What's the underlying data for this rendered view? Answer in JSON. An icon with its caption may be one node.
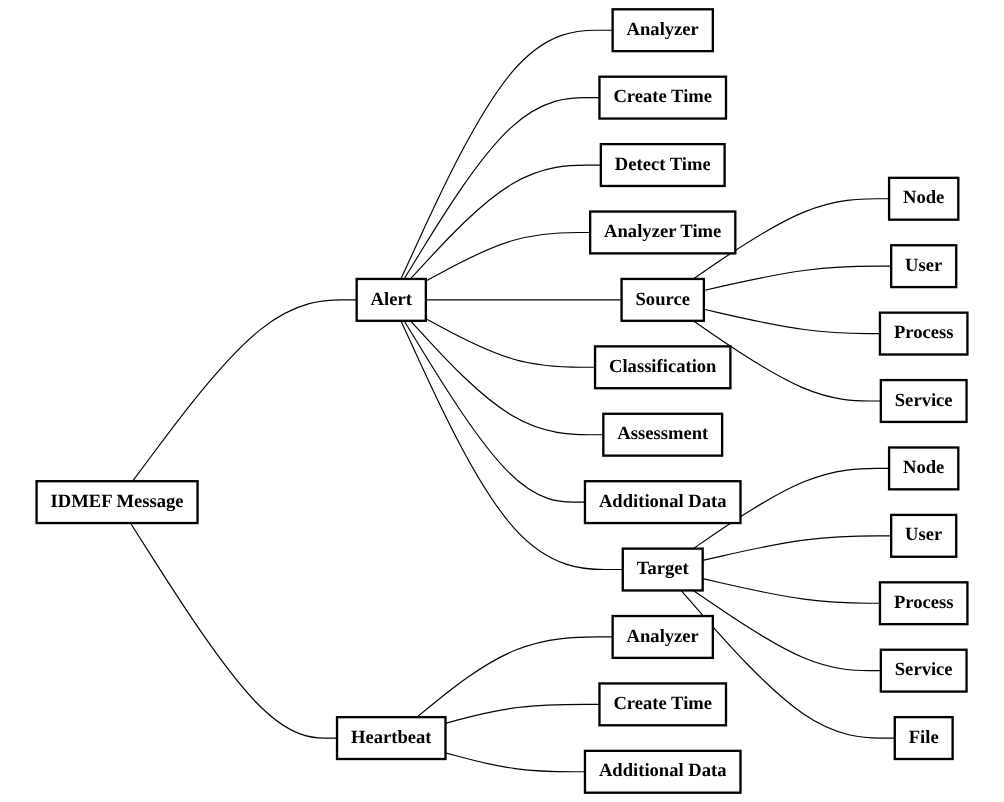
{
  "diagram": {
    "nodes": [
      {
        "text": [
          "IDMEF Message"
        ]
      },
      {
        "text": [
          "Alert"
        ]
      },
      {
        "text": [
          "Heartbeat"
        ]
      },
      {
        "text": [
          "Analyzer"
        ]
      },
      {
        "text": [
          "Create Time"
        ]
      },
      {
        "text": [
          "Detect Time"
        ]
      },
      {
        "text": [
          "Analyzer Time"
        ]
      },
      {
        "text": [
          "Source"
        ]
      },
      {
        "text": [
          "Target"
        ]
      },
      {
        "text": [
          "Node"
        ]
      },
      {
        "text": [
          "User"
        ]
      },
      {
        "text": [
          "Process"
        ]
      },
      {
        "text": [
          "Service"
        ]
      },
      {
        "text": [
          "File"
        ]
      },
      {
        "text": [
          "Classification"
        ]
      },
      {
        "text": [
          "Assessment"
        ]
      },
      {
        "text": [
          "Additional Data"
        ]
      },
      {
        "text": [
          "Analyzer"
        ]
      },
      {
        "text": [
          "Create Time"
        ]
      },
      {
        "text": [
          "Additional Data"
        ]
      },
      {
        "text": [
          "Node"
        ]
      },
      {
        "text": [
          "User"
        ]
      },
      {
        "text": [
          "Process"
        ]
      },
      {
        "text": [
          "Service"
        ]
      }
    ],
    "edges": [
      {
        "from": 0,
        "to": 1,
        "arrow": "none"
      },
      {
        "from": 0,
        "to": 2,
        "arrow": "none"
      },
      {
        "from": 1,
        "to": 3,
        "arrow": "none"
      },
      {
        "from": 1,
        "to": 4,
        "arrow": "none"
      },
      {
        "from": 1,
        "to": 5,
        "arrow": "none"
      },
      {
        "from": 1,
        "to": 6,
        "arrow": "none"
      },
      {
        "from": 1,
        "to": 7,
        "arrow": "none"
      },
      {
        "from": 1,
        "to": 8,
        "arrow": "none"
      },
      {
        "from": 8,
        "to": 9,
        "arrow": "none"
      },
      {
        "from": 8,
        "to": 10,
        "arrow": "none"
      },
      {
        "from": 8,
        "to": 11,
        "arrow": "none"
      },
      {
        "from": 8,
        "to": 12,
        "arrow": "none"
      },
      {
        "from": 8,
        "to": 13,
        "arrow": "none"
      },
      {
        "from": 1,
        "to": 14,
        "arrow": "none"
      },
      {
        "from": 1,
        "to": 15,
        "arrow": "none"
      },
      {
        "from": 1,
        "to": 16,
        "arrow": "none"
      },
      {
        "from": 2,
        "to": 17,
        "arrow": "none"
      },
      {
        "from": 2,
        "to": 18,
        "arrow": "none"
      },
      {
        "from": 2,
        "to": 19,
        "arrow": "none"
      },
      {
        "from": 7,
        "to": 20,
        "arrow": "none"
      },
      {
        "from": 7,
        "to": 21,
        "arrow": "none"
      },
      {
        "from": 7,
        "to": 22,
        "arrow": "none"
      },
      {
        "from": 7,
        "to": 23,
        "arrow": "none"
      }
    ]
  }
}
